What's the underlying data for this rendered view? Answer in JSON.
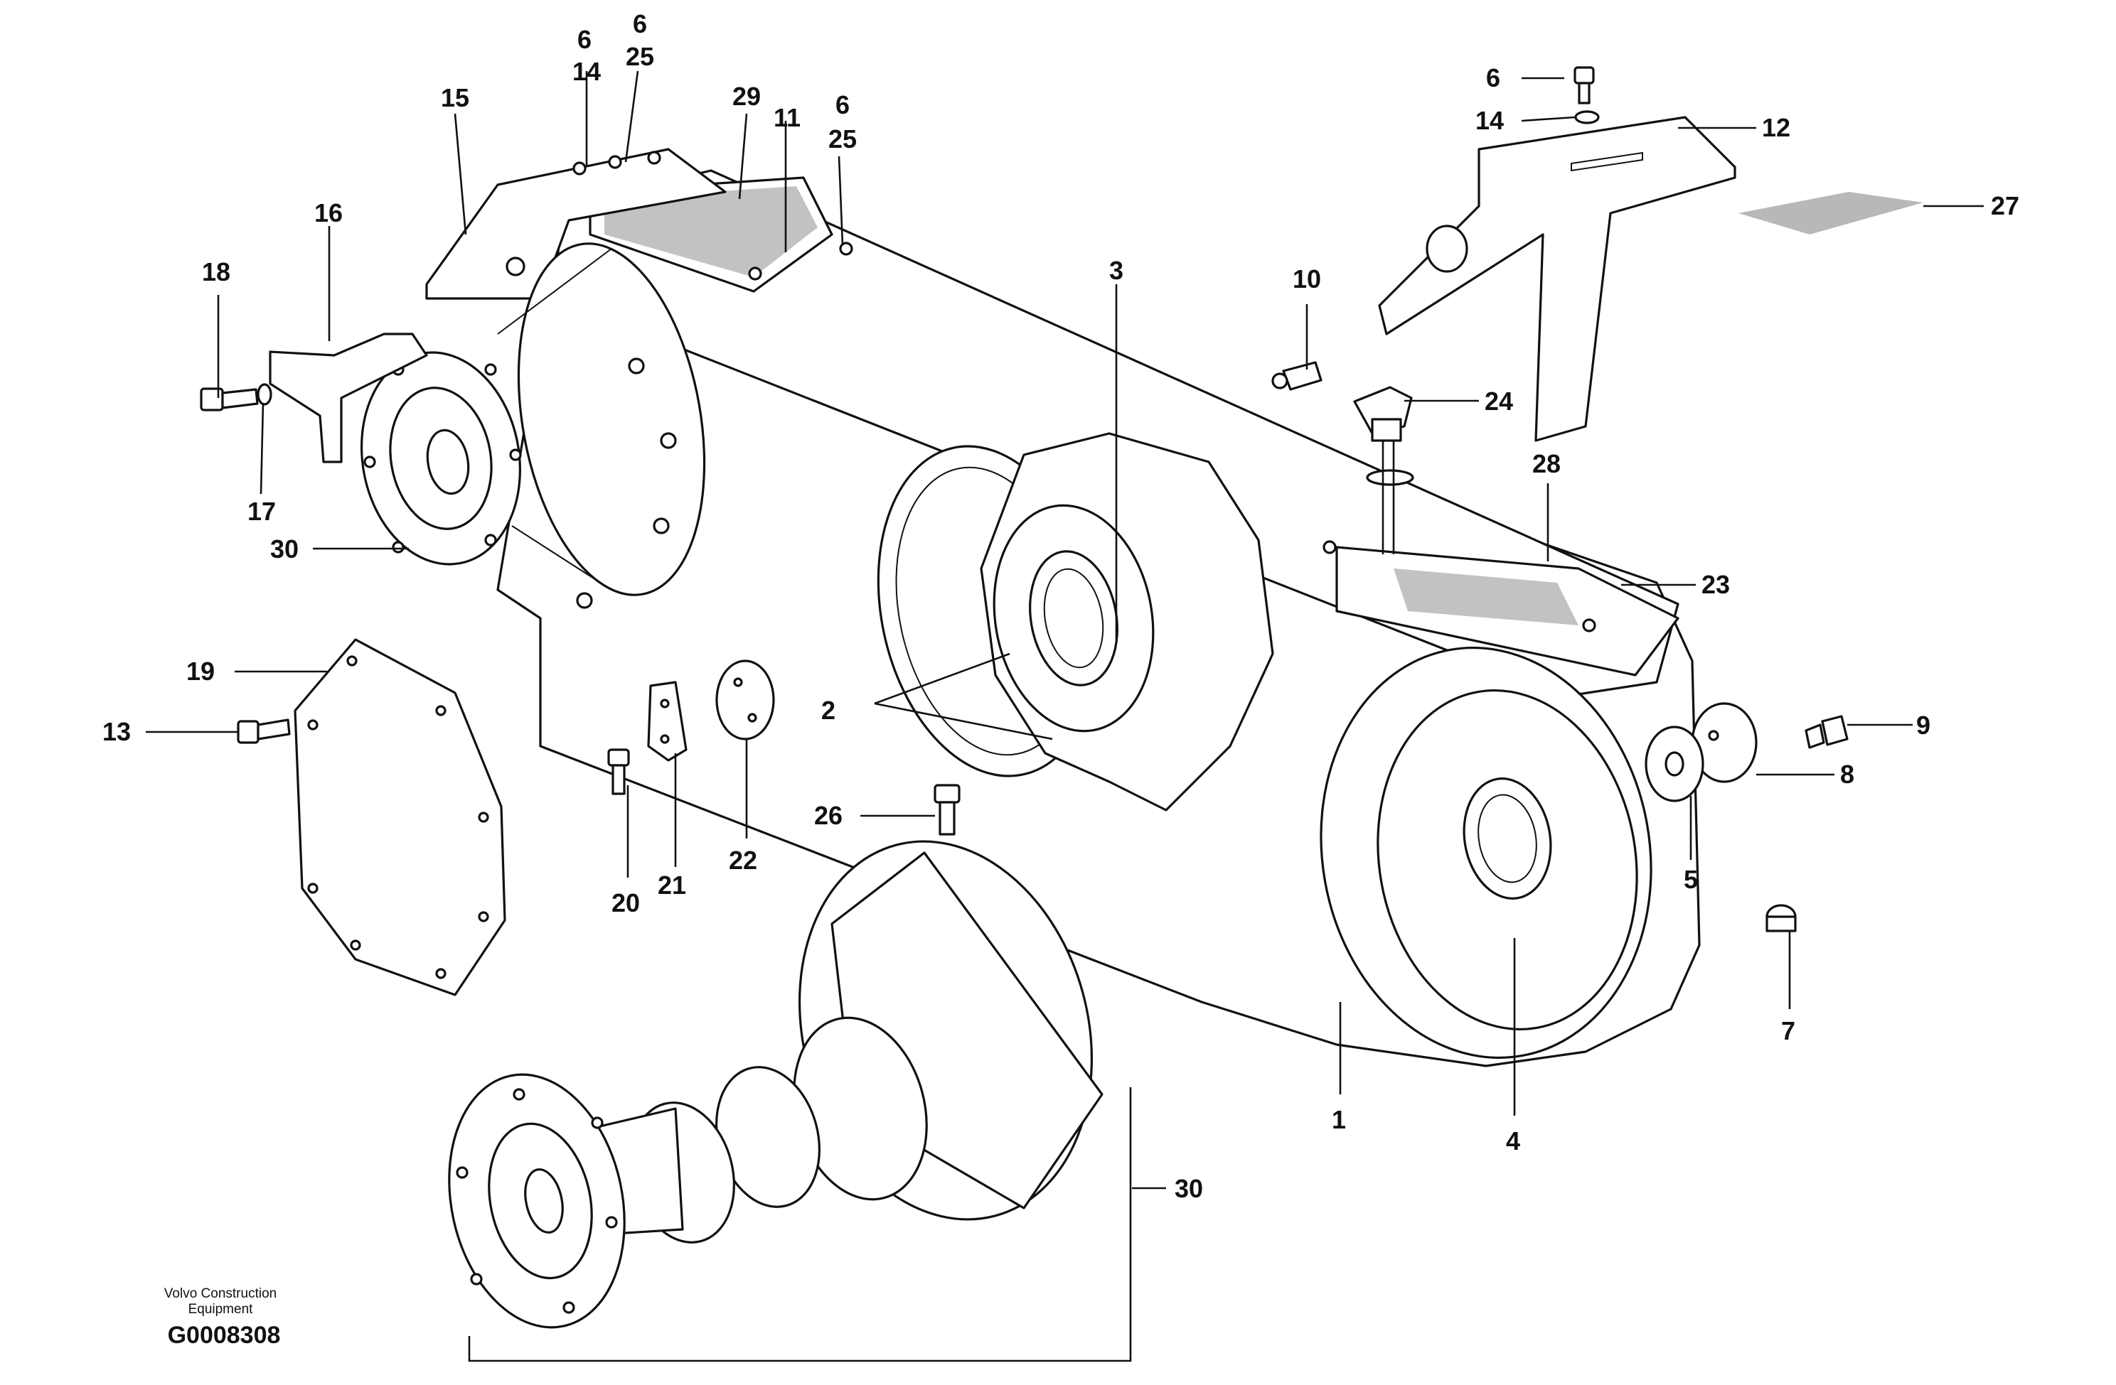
{
  "title": "",
  "credit": {
    "line1": "Volvo Construction",
    "line2": "Equipment",
    "drawing_id": "G0008308"
  },
  "callouts": [
    {
      "label": "6"
    },
    {
      "label": "14"
    },
    {
      "label": "6"
    },
    {
      "label": "25"
    },
    {
      "label": "15"
    },
    {
      "label": "29"
    },
    {
      "label": "11"
    },
    {
      "label": "6"
    },
    {
      "label": "25"
    },
    {
      "label": "16"
    },
    {
      "label": "18"
    },
    {
      "label": "17"
    },
    {
      "label": "30"
    },
    {
      "label": "3"
    },
    {
      "label": "10"
    },
    {
      "label": "6"
    },
    {
      "label": "14"
    },
    {
      "label": "12"
    },
    {
      "label": "27"
    },
    {
      "label": "24"
    },
    {
      "label": "28"
    },
    {
      "label": "23"
    },
    {
      "label": "19"
    },
    {
      "label": "13"
    },
    {
      "label": "2"
    },
    {
      "label": "22"
    },
    {
      "label": "21"
    },
    {
      "label": "20"
    },
    {
      "label": "26"
    },
    {
      "label": "9"
    },
    {
      "label": "8"
    },
    {
      "label": "5"
    },
    {
      "label": "7"
    },
    {
      "label": "1"
    },
    {
      "label": "4"
    },
    {
      "label": "30"
    }
  ]
}
